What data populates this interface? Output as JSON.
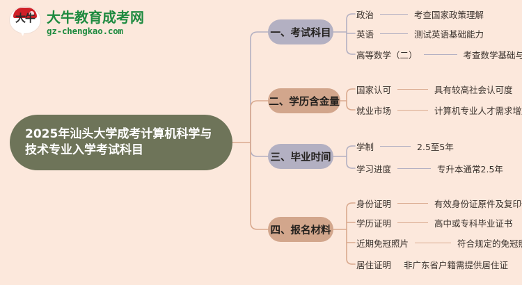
{
  "logo": {
    "badge_text": "大牛",
    "title": "大牛教育成考网",
    "url": "gz-chengkao.com",
    "brand_green": "#1d8a3f",
    "brand_red": "#cf2027"
  },
  "canvas": {
    "background": "#fce8dc"
  },
  "root": {
    "title": "2025年汕头大学成考计算机科学与技术专业入学考试科目",
    "color": "#6e7459",
    "text_color": "#ffffff"
  },
  "branches": [
    {
      "label": "一、考试科目",
      "color": "#b3b0c2",
      "line_color": "#b3b0c2",
      "items": [
        {
          "key": "政治",
          "value": "考查国家政策理解"
        },
        {
          "key": "英语",
          "value": "测试英语基础能力"
        },
        {
          "key": "高等数学（二）",
          "value": "考查数学基础与逻辑思维"
        }
      ]
    },
    {
      "label": "二、学历含金量",
      "color": "#d2a68c",
      "line_color": "#d9a98e",
      "items": [
        {
          "key": "国家认可",
          "value": "具有较高社会认可度"
        },
        {
          "key": "就业市场",
          "value": "计算机专业人才需求增加"
        }
      ]
    },
    {
      "label": "三、毕业时间",
      "color": "#b3b0c2",
      "line_color": "#b3b0c2",
      "items": [
        {
          "key": "学制",
          "value": "2.5至5年"
        },
        {
          "key": "学习进度",
          "value": "专升本通常2.5年"
        }
      ]
    },
    {
      "label": "四、报名材料",
      "color": "#d2a68c",
      "line_color": "#d9a98e",
      "items": [
        {
          "key": "身份证明",
          "value": "有效身份证原件及复印件"
        },
        {
          "key": "学历证明",
          "value": "高中或专科毕业证书"
        },
        {
          "key": "近期免冠照片",
          "value": "符合规定的免冠照片"
        },
        {
          "key": "居住证明",
          "value": "非广东省户籍需提供居住证"
        }
      ]
    }
  ]
}
